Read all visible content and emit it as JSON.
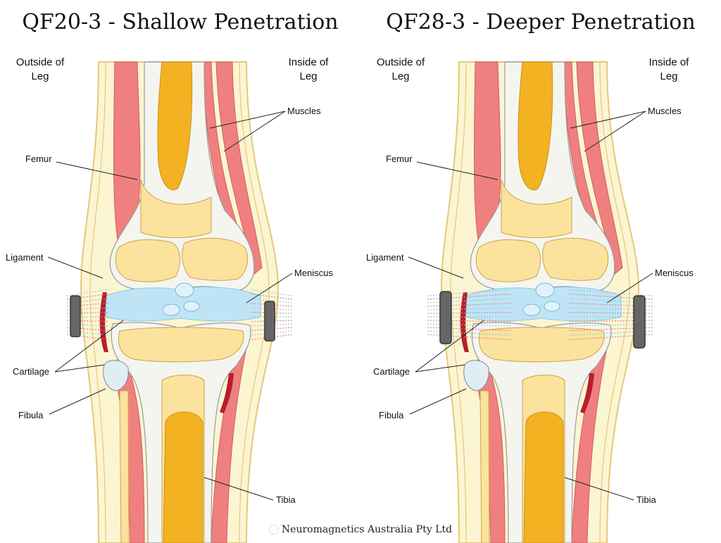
{
  "panels": [
    {
      "title": "QF20-3 - Shallow Penetration",
      "outside_label": [
        "Outside of",
        "Leg"
      ],
      "inside_label": [
        "Inside of",
        "Leg"
      ],
      "labels": {
        "muscles": "Muscles",
        "femur": "Femur",
        "ligament": "Ligament",
        "meniscus": "Meniscus",
        "cartilage": "Cartilage",
        "fibula": "Fibula",
        "tibia": "Tibia"
      },
      "penetration": "shallow"
    },
    {
      "title": "QF28-3 - Deeper Penetration",
      "outside_label": [
        "Outside of",
        "Leg"
      ],
      "inside_label": [
        "Inside of",
        "Leg"
      ],
      "labels": {
        "muscles": "Muscles",
        "femur": "Femur",
        "ligament": "Ligament",
        "meniscus": "Meniscus",
        "cartilage": "Cartilage",
        "fibula": "Fibula",
        "tibia": "Tibia"
      },
      "penetration": "deep"
    }
  ],
  "footer": "Neuromagnetics Australia Pty Ltd",
  "colors": {
    "skin": "#fcf5d2",
    "skin_edge": "#e6c878",
    "muscle": "#f08080",
    "bone": "#fbe29d",
    "marrow": "#f2b222",
    "cartilage": "#f5f5f0",
    "fluid": "#bfe4f5",
    "ligament_red": "#b5202a",
    "device": "#666666",
    "field_red": "#e8707a",
    "field_blue": "#7ccbe6"
  }
}
